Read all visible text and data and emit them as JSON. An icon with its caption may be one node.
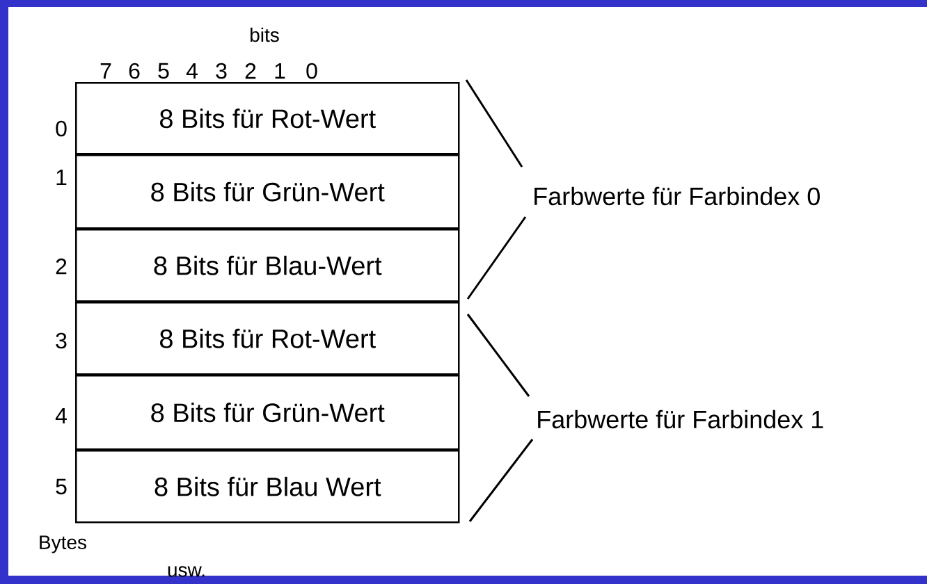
{
  "diagram": {
    "nodes": [
      {
        "text": [
          "8 Bits für Rot-Wert"
        ]
      },
      {
        "text": [
          "8 Bits für Grün-Wert"
        ]
      },
      {
        "text": [
          "8 Bits für Blau-Wert"
        ]
      },
      {
        "text": [
          "8 Bits für Rot-Wert"
        ]
      },
      {
        "text": [
          "8 Bits für Grün-Wert"
        ]
      },
      {
        "text": [
          "8 Bits für Blau Wert"
        ]
      }
    ],
    "labels": [
      "bits",
      "7",
      "6",
      "5",
      "4",
      "3",
      "2",
      "1",
      "0",
      "0",
      "1",
      "Farbwerte für Farbindex 0",
      "2",
      "3",
      "4",
      "Farbwerte für Farbindex 1",
      "5",
      "Bytes",
      "usw."
    ]
  }
}
